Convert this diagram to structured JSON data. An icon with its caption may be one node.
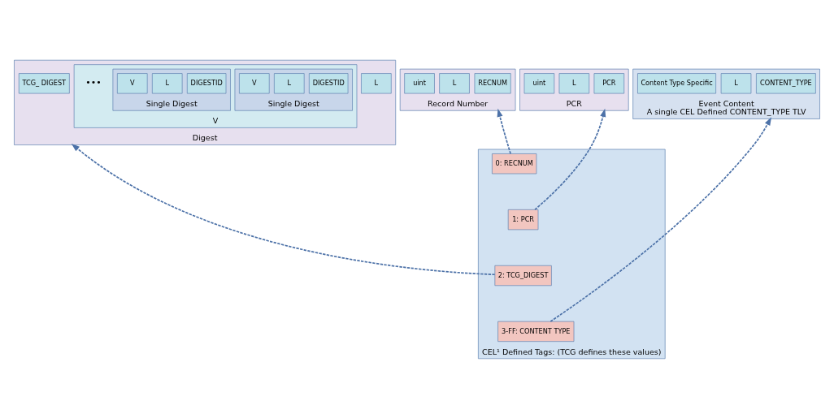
{
  "diagram": {
    "nodes": [
      {
        "text": [
          "Record Number"
        ]
      },
      {
        "text": [
          "RECNUM"
        ],
        "in": 0
      },
      {
        "text": [
          "L"
        ],
        "in": 0
      },
      {
        "text": [
          "uint"
        ],
        "in": 0
      },
      {
        "text": [
          "PCR"
        ]
      },
      {
        "text": [
          "PCR"
        ],
        "in": 4
      },
      {
        "text": [
          "L"
        ],
        "in": 4
      },
      {
        "text": [
          "uint"
        ],
        "in": 4
      },
      {
        "text": [
          "Digest"
        ]
      },
      {
        "text": [
          "TCG_ DIGEST"
        ],
        "in": 8
      },
      {
        "text": [
          "L"
        ],
        "in": 8
      },
      {
        "text": [
          "V"
        ],
        "in": 8
      },
      {
        "text": [
          "Single Digest"
        ],
        "in": 11
      },
      {
        "text": [
          "DIGESTID"
        ],
        "in": 12
      },
      {
        "text": [
          "L"
        ],
        "in": 12
      },
      {
        "text": [
          "V"
        ],
        "in": 12
      },
      {
        "text": [
          "Single Digest"
        ],
        "in": 11
      },
      {
        "text": [
          "DIGESTID"
        ],
        "in": 16
      },
      {
        "text": [
          "L"
        ],
        "in": 16
      },
      {
        "text": [
          "V"
        ],
        "in": 16
      },
      {
        "text": [
          "Event Content",
          "A single CEL Defined CONTENT_TYPE TLV"
        ]
      },
      {
        "text": [
          "CONTENT_TYPE"
        ],
        "in": 20
      },
      {
        "text": [
          "L"
        ],
        "in": 20
      },
      {
        "text": [
          "Content Type Specific"
        ],
        "in": 20
      },
      {
        "text": [
          "CEL¹ Defined Tags: (TCG defines these values)"
        ]
      },
      {
        "text": [
          "0: RECNUM"
        ],
        "in": 24
      },
      {
        "text": [
          "1: PCR"
        ],
        "in": 24
      },
      {
        "text": [
          "2: TCG_DIGEST"
        ],
        "in": 24
      },
      {
        "text": [
          "3-FF: CONTENT TYPE"
        ],
        "in": 24
      }
    ],
    "edges": [
      {
        "from": 25,
        "to": 0,
        "arrow": "to",
        "style": "dashed"
      },
      {
        "from": 26,
        "to": 4,
        "arrow": "to",
        "style": "dashed"
      },
      {
        "from": 27,
        "to": 8,
        "arrow": "to",
        "style": "dashed"
      },
      {
        "from": 28,
        "to": 20,
        "arrow": "to",
        "style": "dashed"
      }
    ],
    "labels": [
      "•••"
    ]
  }
}
